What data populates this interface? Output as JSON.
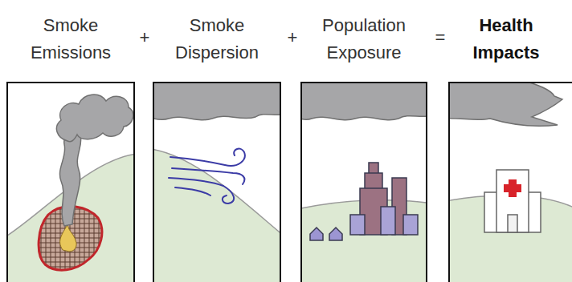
{
  "diagram": {
    "nodes": [
      {
        "text": [
          "Smoke Emissions"
        ]
      },
      {
        "text": [
          "Smoke Dispersion"
        ]
      },
      {
        "text": [
          "Population Exposure"
        ]
      },
      {
        "text": [
          "Health Impacts"
        ]
      }
    ],
    "labels": [
      "+",
      "+",
      "="
    ]
  }
}
